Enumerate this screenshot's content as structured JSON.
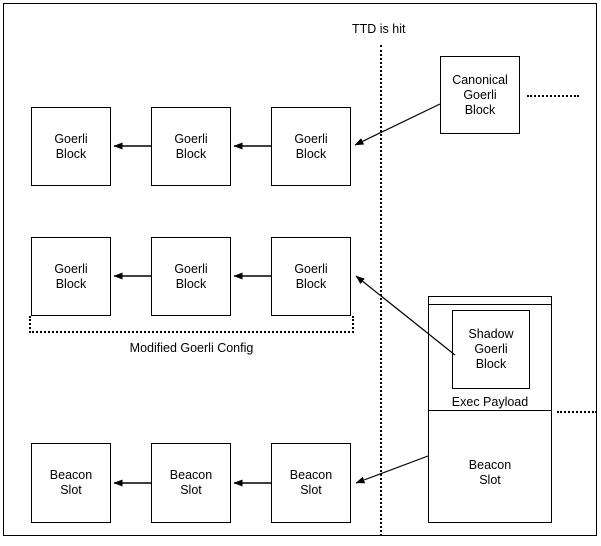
{
  "diagram": {
    "title_annotation": "TTD is hit",
    "group_label": "Modified Goerli Config",
    "exec_payload_label": "Exec Payload",
    "colors": {
      "stroke": "#000000",
      "background": "#ffffff"
    },
    "rows": [
      {
        "id": "goerli-chain-canonical",
        "blocks": [
          {
            "label": "Goerli\nBlock"
          },
          {
            "label": "Goerli\nBlock"
          },
          {
            "label": "Goerli\nBlock"
          }
        ]
      },
      {
        "id": "goerli-chain-modified",
        "blocks": [
          {
            "label": "Goerli\nBlock"
          },
          {
            "label": "Goerli\nBlock"
          },
          {
            "label": "Goerli\nBlock"
          }
        ]
      },
      {
        "id": "beacon-chain",
        "blocks": [
          {
            "label": "Beacon\nSlot"
          },
          {
            "label": "Beacon\nSlot"
          },
          {
            "label": "Beacon\nSlot"
          }
        ]
      }
    ],
    "right_nodes": {
      "canonical_block": "Canonical\nGoerli\nBlock",
      "shadow_block": "Shadow\nGoerli\nBlock",
      "beacon_slot": "Beacon\nSlot"
    }
  }
}
